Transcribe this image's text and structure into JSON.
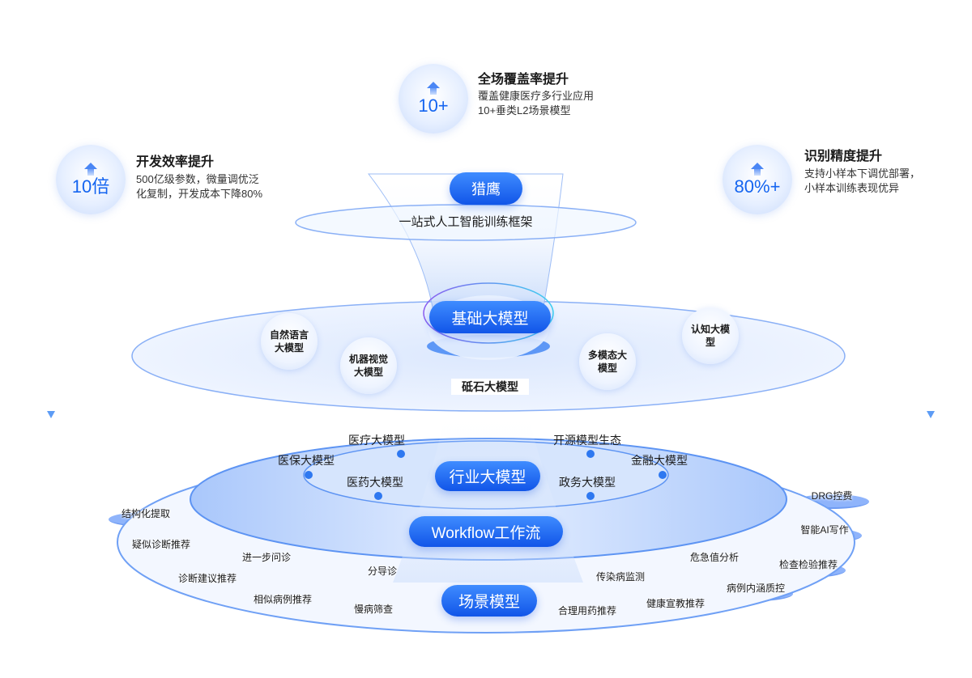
{
  "stats": [
    {
      "value": "10倍",
      "title": "开发效率提升",
      "desc": "500亿级参数，微量调优泛化复制，开发成本下降80%"
    },
    {
      "value": "10+",
      "title": "全场覆盖率提升",
      "desc": "覆盖健康医疗多行业应用10+垂类L2场景模型"
    },
    {
      "value": "80%+",
      "title": "识别精度提升",
      "desc": "支持小样本下调优部署，小样本训练表现优异"
    }
  ],
  "top_layer": {
    "pill": "猎鹰",
    "caption": "一站式人工智能训练框架"
  },
  "base_layer": {
    "pill": "基础大模型",
    "caption": "砥石大模型",
    "models": [
      "自然语言大模型",
      "机器视觉大模型",
      "多模态大模型",
      "认知大模型"
    ]
  },
  "industry_layer": {
    "pill": "行业大模型",
    "models": [
      "医疗大模型",
      "医保大模型",
      "医药大模型",
      "开源模型生态",
      "金融大模型",
      "政务大模型"
    ]
  },
  "workflow": {
    "pill": "Workflow工作流"
  },
  "scene_layer": {
    "pill": "场景模型",
    "items": [
      "结构化提取",
      "疑似诊断推荐",
      "进一步问诊",
      "诊断建议推荐",
      "相似病例推荐",
      "分导诊",
      "慢病筛查",
      "传染病监测",
      "合理用药推荐",
      "健康宣教推荐",
      "危急值分析",
      "病例内涵质控",
      "检查检验推荐",
      "智能AI写作",
      "DRG控费"
    ]
  },
  "colors": {
    "accent": "#1565f0",
    "pill_top": "#3f8cff",
    "pill_bottom": "#1155e8"
  }
}
